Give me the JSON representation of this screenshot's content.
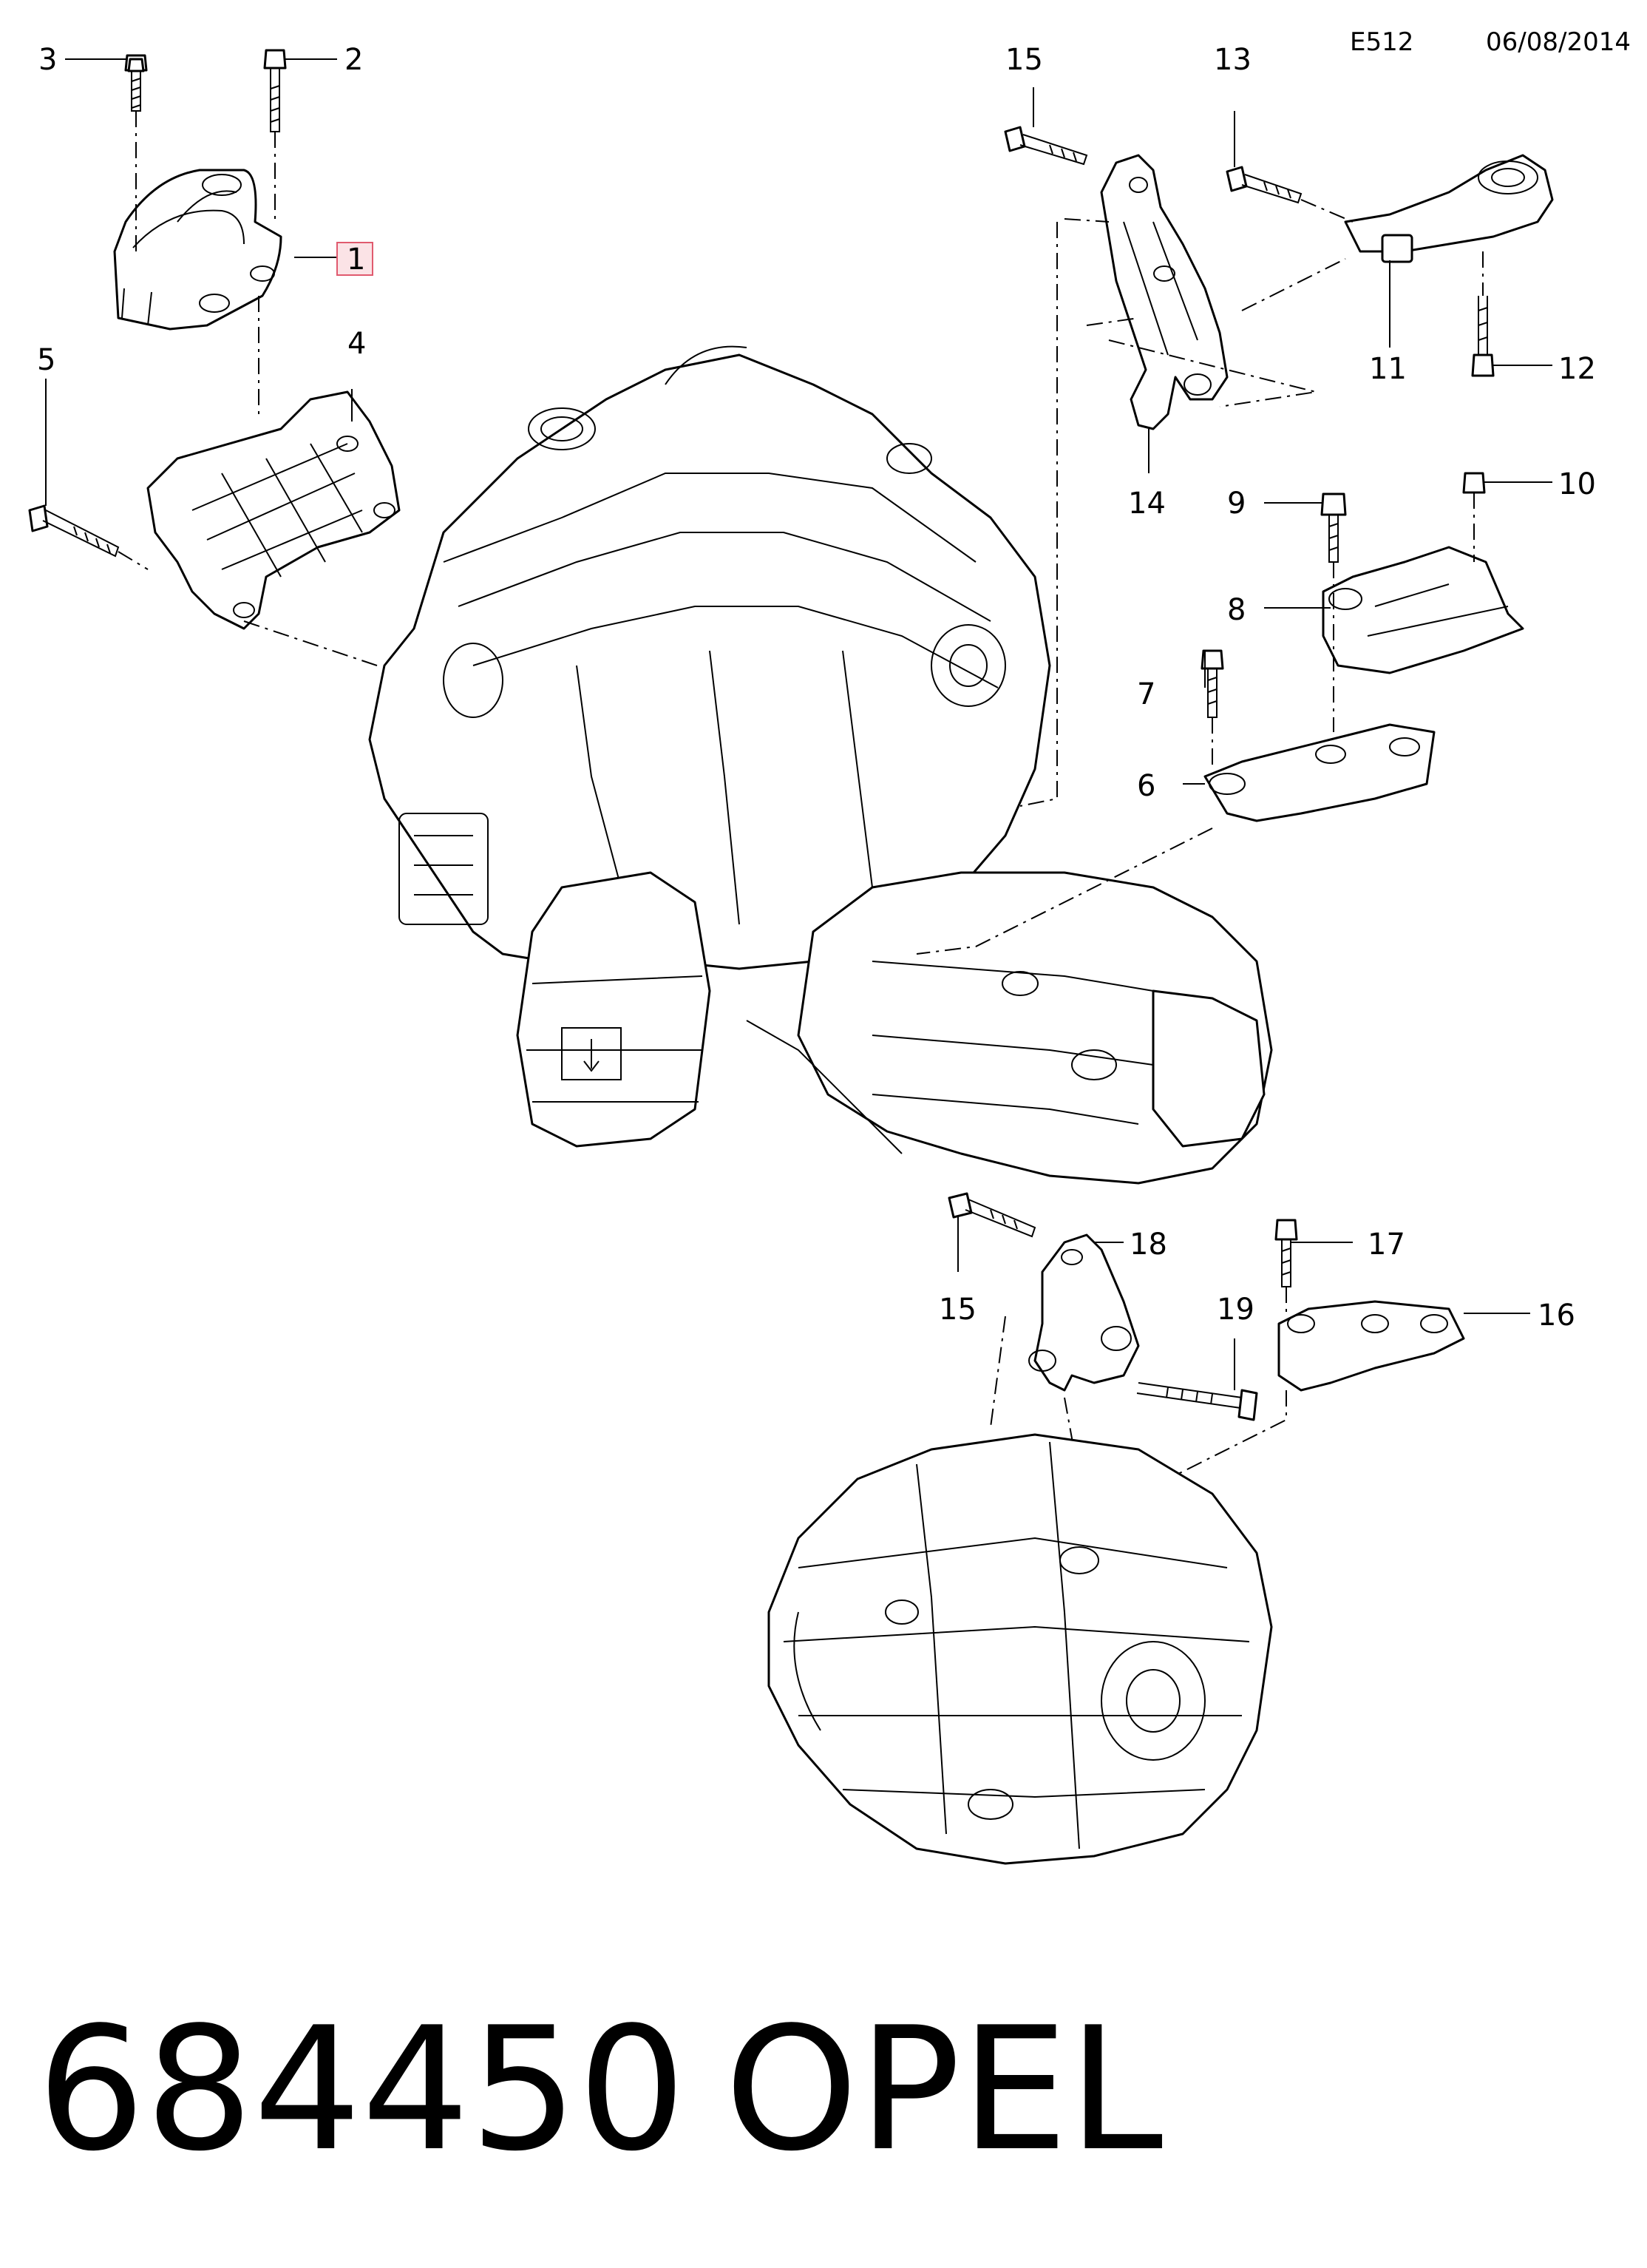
{
  "header": {
    "code": "E512",
    "date": "06/08/2014"
  },
  "footer": {
    "part_number": "684450",
    "brand": "OPEL"
  },
  "callouts": {
    "c1": "1",
    "c2": "2",
    "c3": "3",
    "c4": "4",
    "c5": "5",
    "c6": "6",
    "c7": "7",
    "c8": "8",
    "c9": "9",
    "c10": "10",
    "c11": "11",
    "c12": "12",
    "c13": "13",
    "c14": "14",
    "c15a": "15",
    "c15b": "15",
    "c16": "16",
    "c17": "17",
    "c18": "18",
    "c19": "19"
  },
  "highlight_color": "#e05a6e",
  "highlight_fill": "#fbe3e6"
}
